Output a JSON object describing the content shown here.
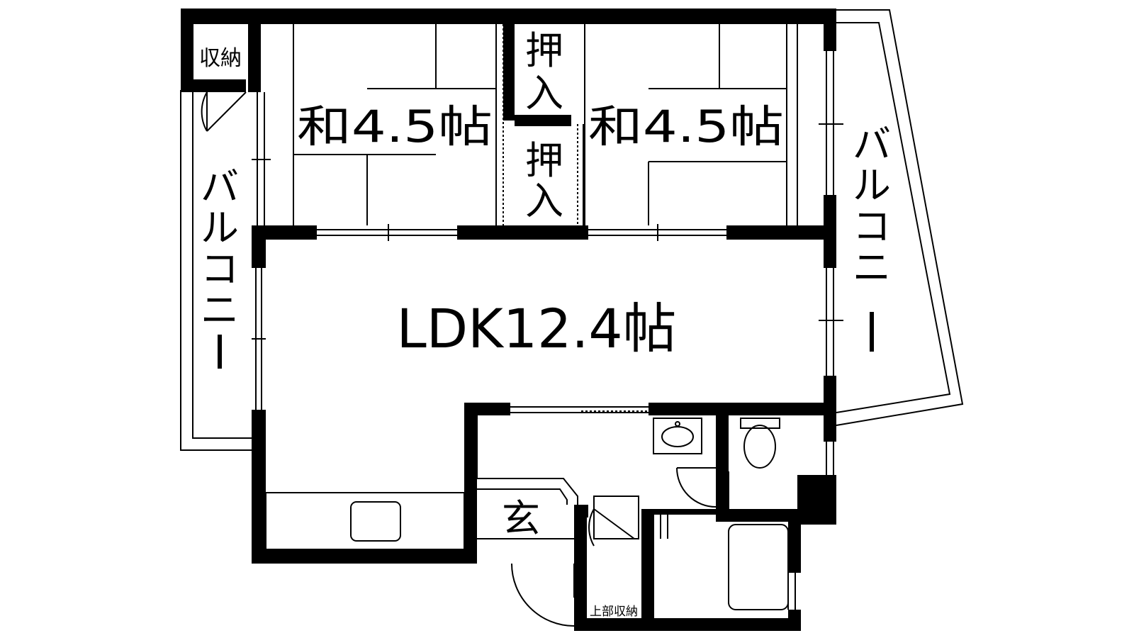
{
  "floor_plan": {
    "rooms": {
      "storage_top_left": "収納",
      "washitsu_left": "和4.5帖",
      "oshiire_upper": [
        "押",
        "入"
      ],
      "oshiire_lower": [
        "押",
        "入"
      ],
      "washitsu_right": "和4.5帖",
      "ldk": "LDK12.4帖",
      "genkan": "玄",
      "upper_storage": "上部収納"
    },
    "balcony_left": [
      "バ",
      "ル",
      "コ",
      "ニ",
      "ー"
    ],
    "balcony_right": [
      "バ",
      "ル",
      "コ",
      "ニ",
      "ー"
    ],
    "colors": {
      "wall": "#000000",
      "thin_line": "#000000",
      "background": "#ffffff"
    }
  }
}
